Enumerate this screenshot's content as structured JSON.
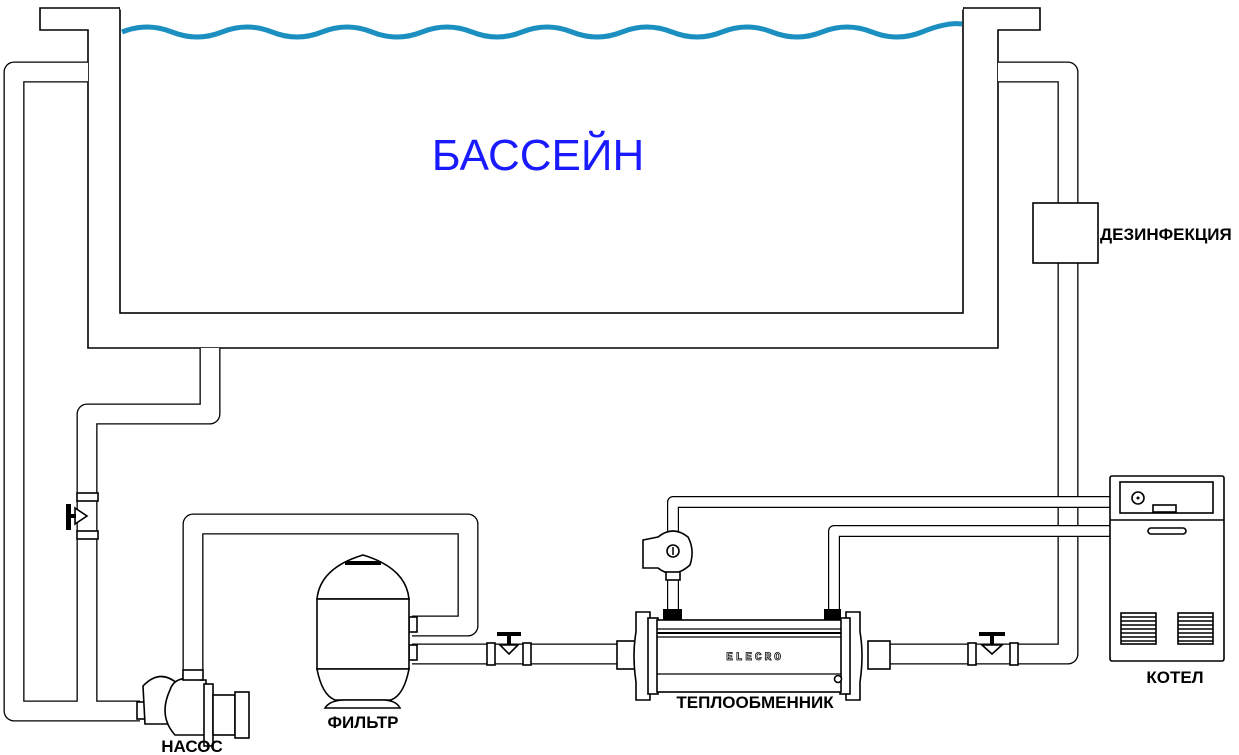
{
  "pool": {
    "label": "БАССЕЙН",
    "label_color": "#1a1aff",
    "water_color": "#1a8fc0"
  },
  "components": {
    "pump": "НАСОС",
    "filter": "ФИЛЬТР",
    "heat_exchanger": "ТЕПЛООБМЕННИК",
    "heat_exchanger_brand": "ELECRO",
    "boiler": "КОТЕЛ",
    "disinfection": "ДЕЗИНФЕКЦИЯ"
  }
}
